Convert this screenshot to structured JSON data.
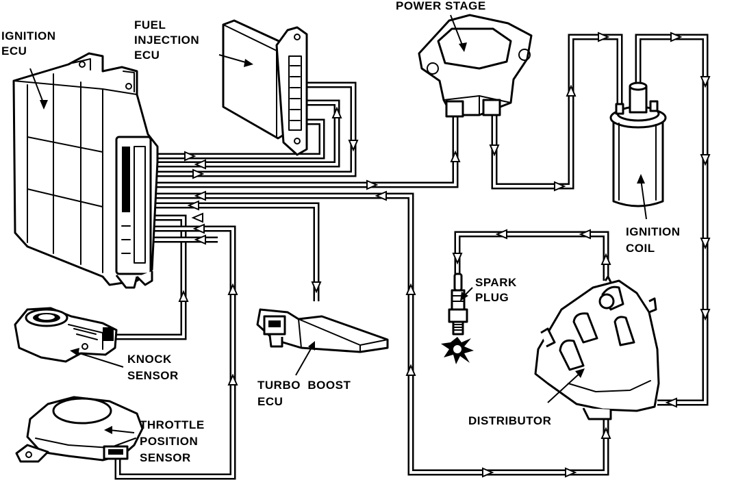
{
  "labels": {
    "ignition_ecu": [
      "IGNITION",
      "ECU"
    ],
    "fuel_injection_ecu": [
      "FUEL",
      "INJECTION",
      "ECU"
    ],
    "power_stage": [
      "POWER STAGE"
    ],
    "ignition_coil": [
      "IGNITION",
      "COIL"
    ],
    "spark_plug": [
      "SPARK",
      "PLUG"
    ],
    "knock_sensor": [
      "KNOCK",
      "SENSOR"
    ],
    "throttle_position_sensor": [
      "THROTTLE",
      "POSITION",
      "SENSOR"
    ],
    "turbo_boost_ecu": [
      "TURBO  BOOST",
      "ECU"
    ],
    "distributor": [
      "DISTRIBUTOR"
    ]
  },
  "colors": {
    "ink": "#000000",
    "paper": "#ffffff"
  }
}
